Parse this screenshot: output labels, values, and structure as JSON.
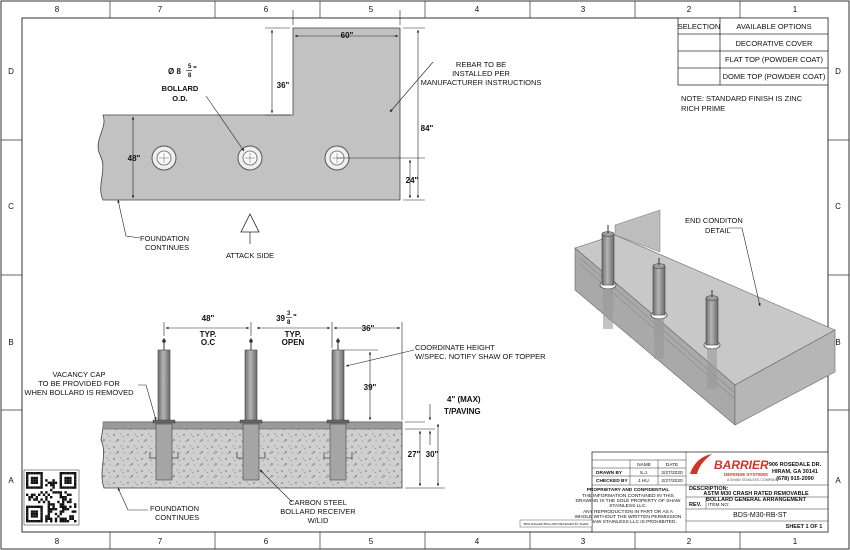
{
  "zones": {
    "columns": [
      "8",
      "7",
      "6",
      "5",
      "4",
      "3",
      "2",
      "1"
    ],
    "rows": [
      "D",
      "C",
      "B",
      "A"
    ]
  },
  "selection_table": {
    "headers": [
      "SELECTION",
      "AVAILABLE OPTIONS"
    ],
    "options": [
      "DECORATIVE COVER",
      "FLAT TOP (POWDER COAT)",
      "DOME TOP (POWDER COAT)"
    ]
  },
  "note": {
    "line1": "NOTE: STANDARD FINISH IS ZINC",
    "line2": "RICH PRIME"
  },
  "plan_view": {
    "dim_60": "60\"",
    "dim_36": "36\"",
    "dim_84": "84\"",
    "dim_48": "48\"",
    "dim_24": "24\"",
    "bollard_dia_prefix": "Ø 8",
    "bollard_dia_num": "5",
    "bollard_dia_den": "8",
    "bollard_dia_unit": "\"",
    "bollard_label_1": "BOLLARD",
    "bollard_label_2": "O.D.",
    "rebar_1": "REBAR TO BE",
    "rebar_2": "INSTALLED PER",
    "rebar_3": "MANUFACTURER INSTRUCTIONS",
    "foundation_1": "FOUNDATION",
    "foundation_2": "CONTINUES",
    "attack_side": "ATTACK SIDE"
  },
  "elevation_view": {
    "dim_48": "48\"",
    "typ_1": "TYP.",
    "oc": "O.C",
    "dim_39_whole": "39",
    "dim_39_num": "3",
    "dim_39_den": "8",
    "dim_39_unit": "\"",
    "typ_2": "TYP.",
    "open": "OPEN",
    "dim_36": "36\"",
    "coord_1": "COORDINATE HEIGHT",
    "coord_2": "W/SPEC. NOTIFY SHAW OF TOPPER",
    "dim_39": "39\"",
    "dim_4max": "4\" (MAX)",
    "t_paving": "T/PAVING",
    "dim_27": "27\"",
    "dim_30": "30\"",
    "vacancy_1": "VACANCY CAP",
    "vacancy_2": "TO BE PROVIDED FOR",
    "vacancy_3": "WHEN BOLLARD IS REMOVED",
    "foundation_1": "FOUNDATION",
    "foundation_2": "CONTINUES",
    "carbon_1": "CARBON STEEL",
    "carbon_2": "BOLLARD RECEIVER",
    "carbon_3": "W/LID"
  },
  "iso_view": {
    "end_1": "END CONDITON",
    "end_2": "DETAIL"
  },
  "title_block": {
    "name_hdr": "NAME",
    "date_hdr": "DATE",
    "drawn_by_label": "DRAWN BY",
    "drawn_by": "S.J.",
    "drawn_date": "2/27/2020",
    "checked_by_label": "CHECKED BY",
    "checked_by": "J.HU.",
    "checked_date": "2/27/2020",
    "logo_text": "BARRIER",
    "logo_sub": "DEFENSE SYSTEMS",
    "logo_tag": "A SHAW STANLESS COMPANY",
    "address_1": "906 ROSEDALE DR.",
    "address_2": "HIRAM, GA 30141",
    "address_3": "(678) 915-2090",
    "description_label": "DESCRIPTION:",
    "description_1": "ASTM M30 CRASH RATED REMOVABLE",
    "description_2": "BOLLARD GENERAL ARRANGEMENT",
    "rev_label": "REV.",
    "item_label": "ITEM NO:",
    "item_no": "BDS-M30-RB-ST",
    "sheet": "SHEET 1 OF 1",
    "prop_1": "PROPRIETARY AND CONFIDENTIAL",
    "prop_2": "THE INFORMATION CONTAINED IN THIS",
    "prop_3": "DRAWING IS THE SOLE PROPERTY OF SHAW",
    "prop_4": "STAINLESS LLC.",
    "prop_5": "ANY REPRODUCTION IN PART OR AS A",
    "prop_6": "WHOLE WITHOUT THE WRITTEN PERMISSION",
    "prop_7": "OF SHAW STAINLESS LLC IS PROHIBITED.",
    "small_note": "BDS ANGLED BOLLARD RECEIVER BY SHAW"
  },
  "colors": {
    "concrete": "#c4c4c4",
    "slab": "#bebebe",
    "bollard": "#8e8e8e",
    "logo_red": "#d0342c"
  }
}
